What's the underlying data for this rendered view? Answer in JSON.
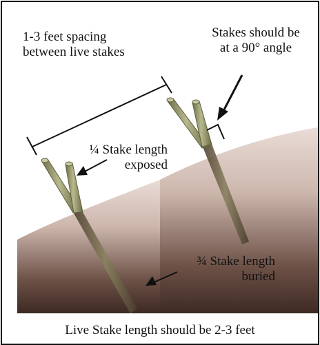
{
  "labels": {
    "spacing_line1": "1-3 feet spacing",
    "spacing_line2": "between live stakes",
    "angle_line1": "Stakes should be",
    "angle_line2": "at a 90° angle",
    "exposed_line1": "¼ Stake length",
    "exposed_line2": "exposed",
    "buried_line1": "¾ Stake length",
    "buried_line2": "buried",
    "caption": "Live Stake length should be 2-3 feet"
  },
  "colors": {
    "soil_light": "#e9dcd6",
    "soil_dark": "#3d2a23",
    "stake": "#a2a37a",
    "stake_edge": "#5e5f3d",
    "ink": "#111111"
  }
}
